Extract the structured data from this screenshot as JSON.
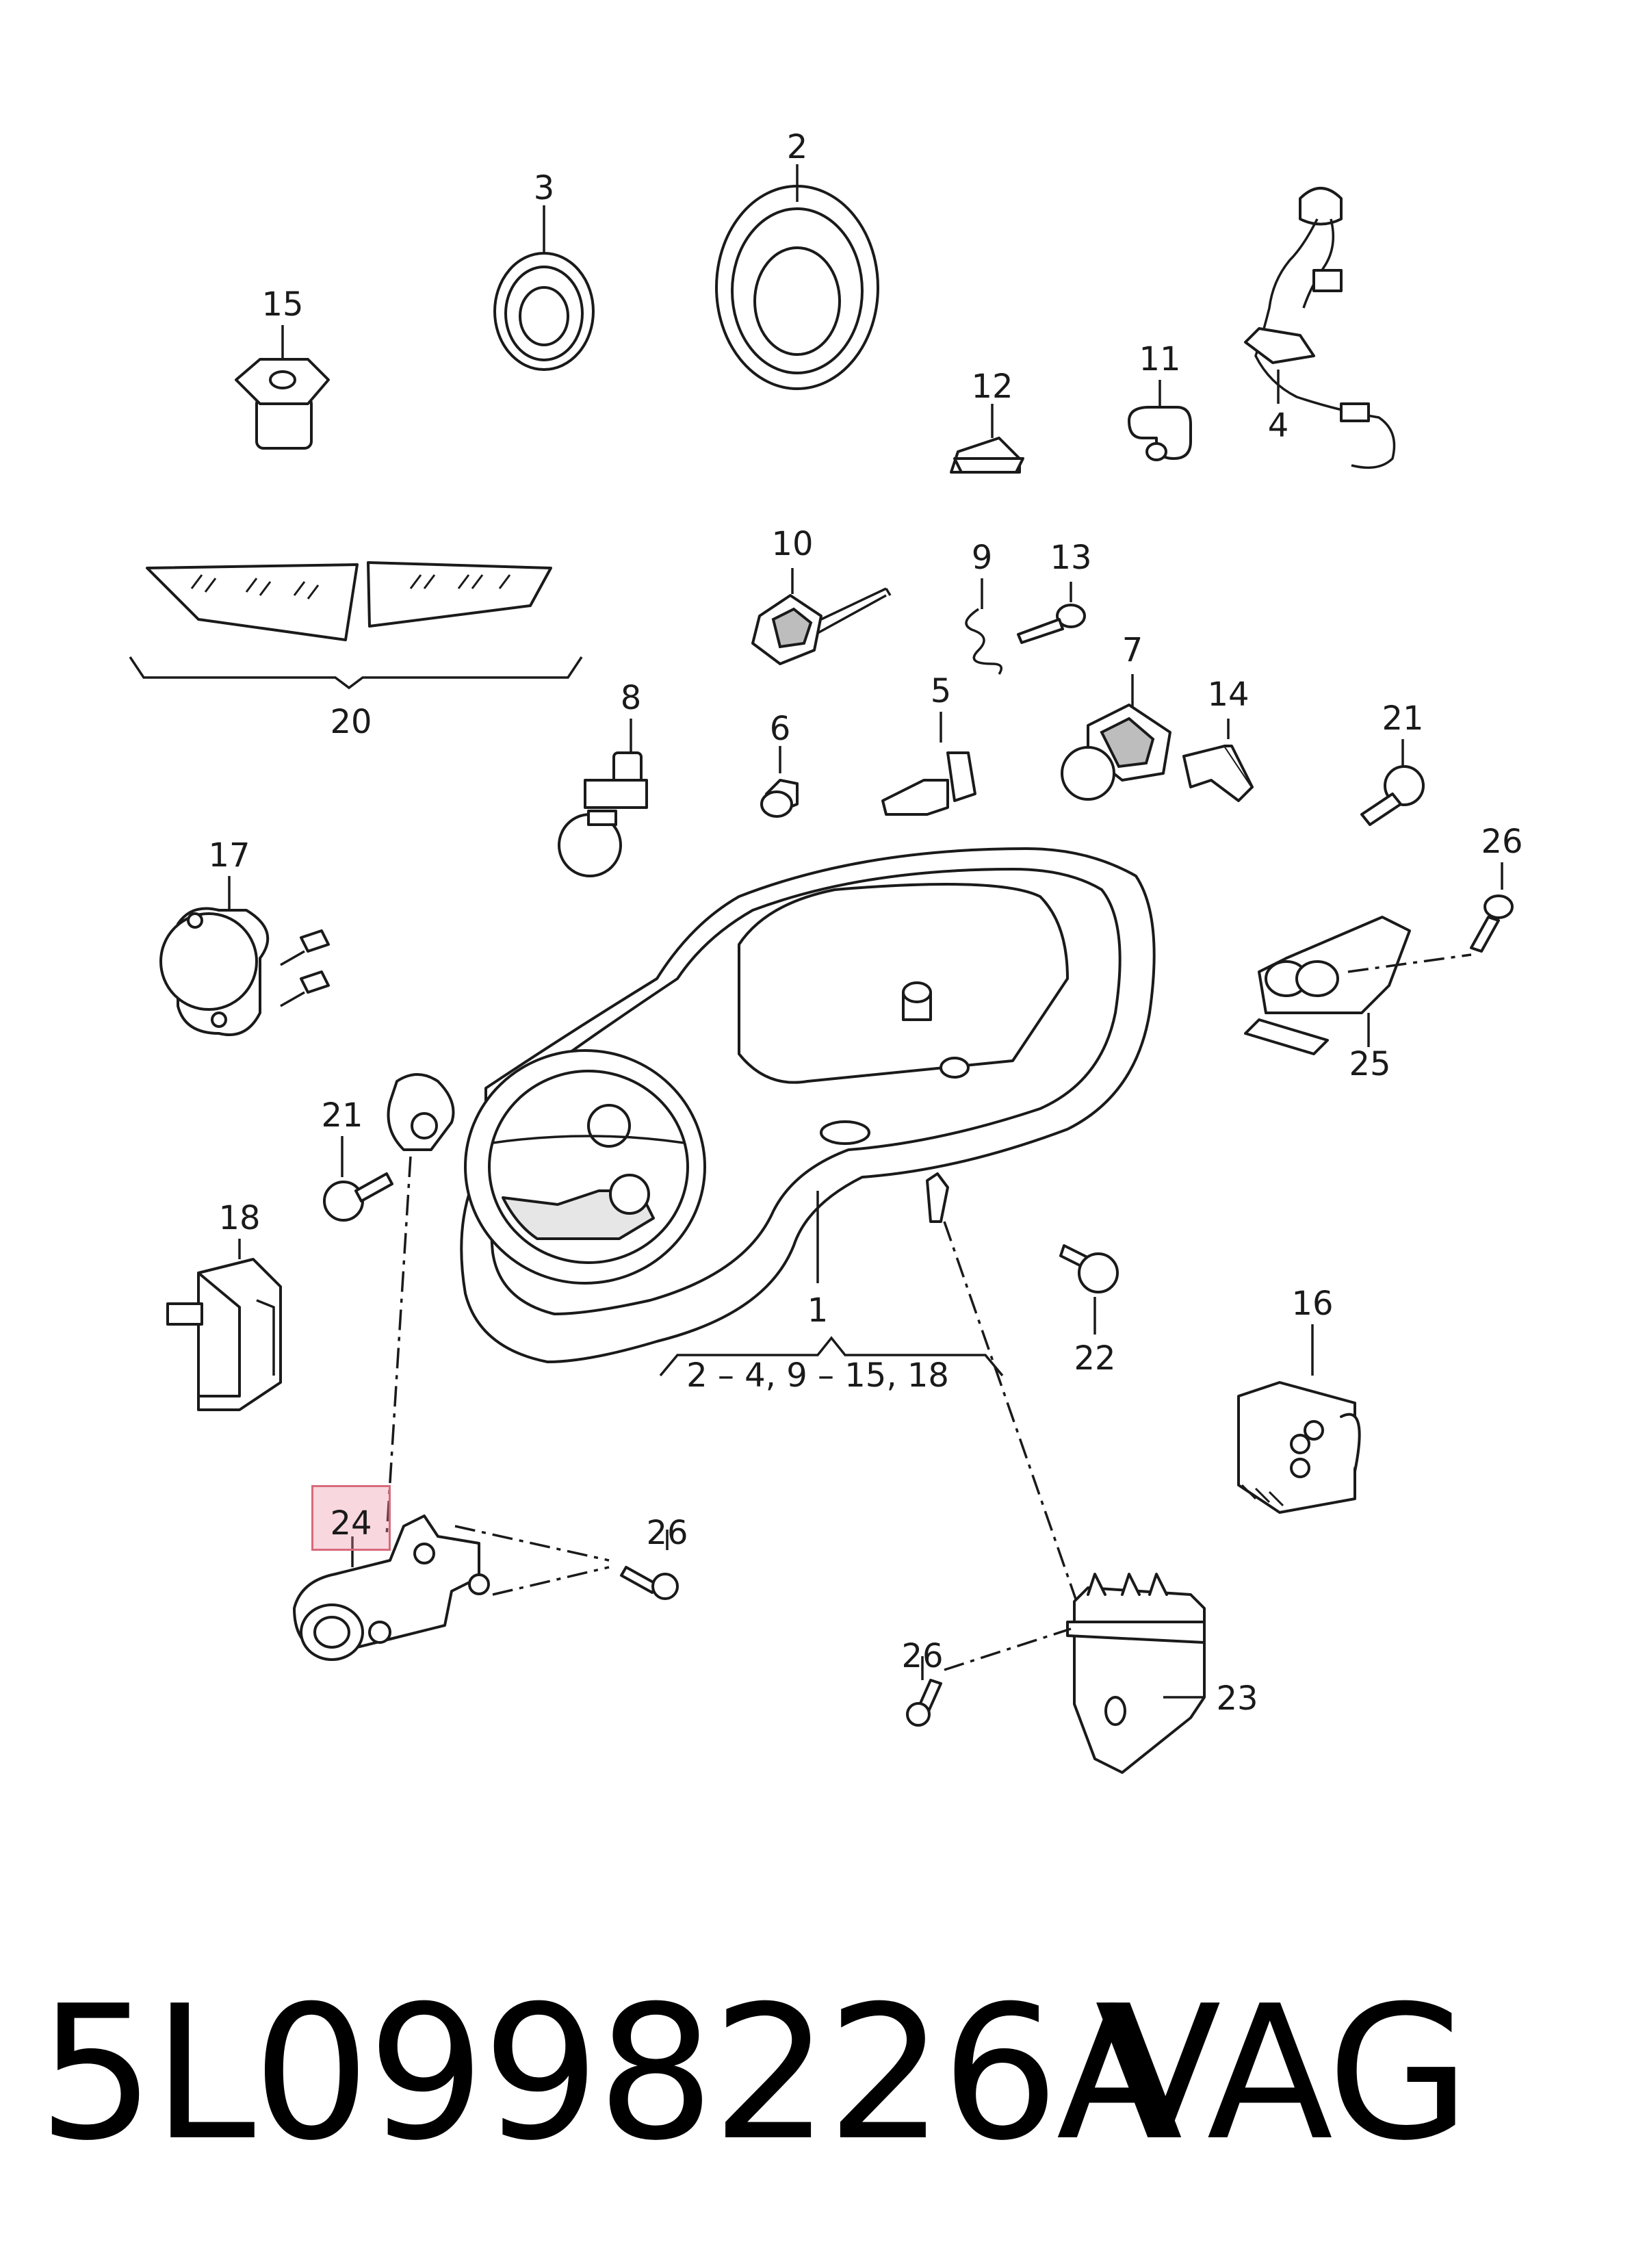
{
  "callouts": [
    {
      "id": "1",
      "label": "1"
    },
    {
      "id": "2",
      "label": "2"
    },
    {
      "id": "3",
      "label": "3"
    },
    {
      "id": "4",
      "label": "4"
    },
    {
      "id": "5",
      "label": "5"
    },
    {
      "id": "6",
      "label": "6"
    },
    {
      "id": "7",
      "label": "7"
    },
    {
      "id": "8",
      "label": "8"
    },
    {
      "id": "9",
      "label": "9"
    },
    {
      "id": "10",
      "label": "10"
    },
    {
      "id": "11",
      "label": "11"
    },
    {
      "id": "12",
      "label": "12"
    },
    {
      "id": "13",
      "label": "13"
    },
    {
      "id": "14",
      "label": "14"
    },
    {
      "id": "15",
      "label": "15"
    },
    {
      "id": "16",
      "label": "16"
    },
    {
      "id": "17",
      "label": "17"
    },
    {
      "id": "18",
      "label": "18"
    },
    {
      "id": "20",
      "label": "20"
    },
    {
      "id": "21a",
      "label": "21"
    },
    {
      "id": "21b",
      "label": "21"
    },
    {
      "id": "22",
      "label": "22"
    },
    {
      "id": "23",
      "label": "23"
    },
    {
      "id": "24",
      "label": "24"
    },
    {
      "id": "25",
      "label": "25"
    },
    {
      "id": "26a",
      "label": "26"
    },
    {
      "id": "26b",
      "label": "26"
    },
    {
      "id": "26c",
      "label": "26"
    }
  ],
  "group_caption": "2 – 4, 9 – 15, 18",
  "highlighted_part": "24",
  "part_number": "5L0998226A",
  "brand": "VAG"
}
